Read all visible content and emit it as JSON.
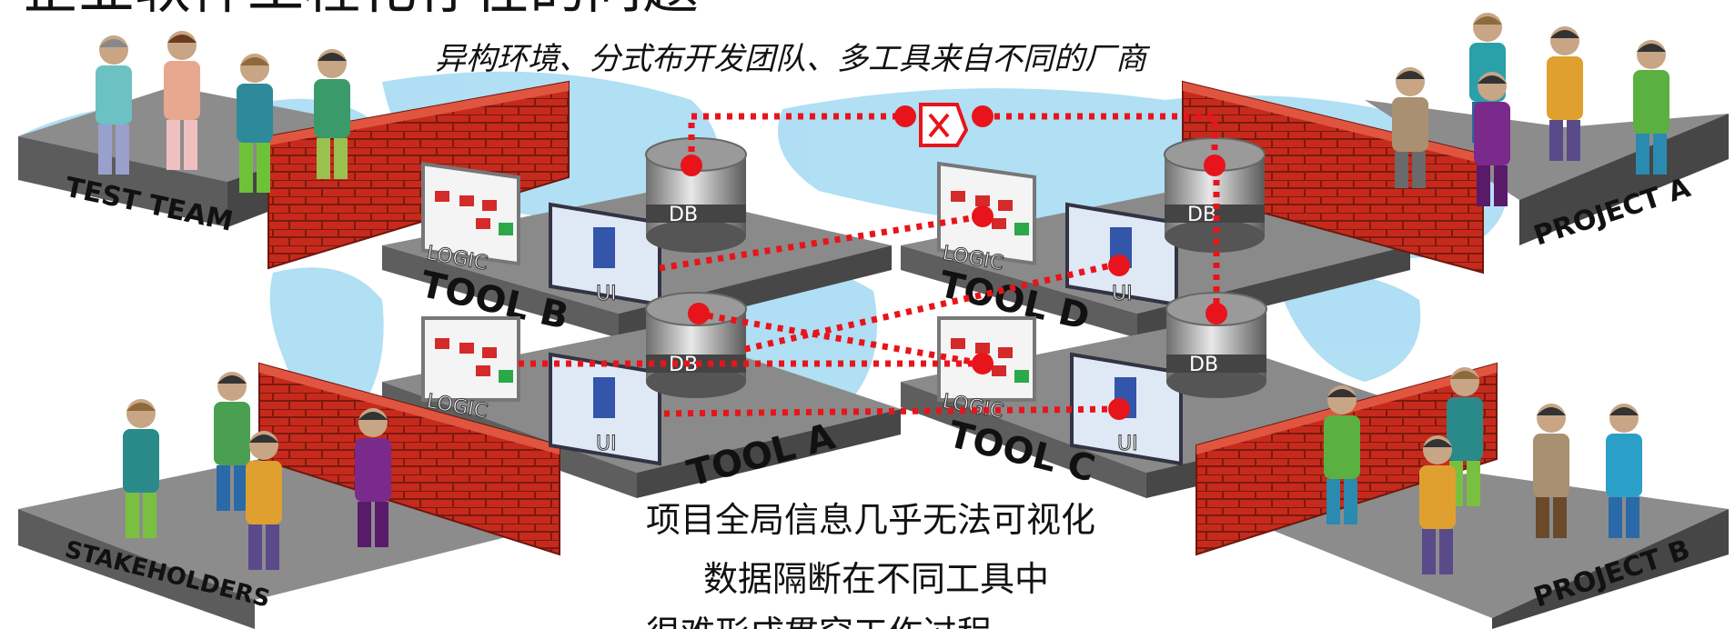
{
  "title": "企业软件工程化存在的问题",
  "subtitle": "异构环境、分式布开发团队、多工具来自不同的厂商",
  "groups": {
    "test_team": "TEST TEAM",
    "project_a": "PROJECT A",
    "stakeholders": "STAKEHOLDERS",
    "project_b": "PROJECT B"
  },
  "tools": {
    "b": "TOOL B",
    "d": "TOOL D",
    "a": "TOOL A",
    "c": "TOOL C"
  },
  "labels": {
    "logic": "LOGIC",
    "ui": "UI",
    "db": "DB"
  },
  "problems": [
    "项目全局信息几乎无法可视化",
    "数据隔断在不同工具中",
    "很难形成贯穿工作过程"
  ],
  "colors": {
    "platform_top": "#8a8a8a",
    "platform_side": "#5e5e5e",
    "brick_wall": "#c0281c",
    "connection": "#e8141b",
    "map_land": "#a6d9f2"
  }
}
